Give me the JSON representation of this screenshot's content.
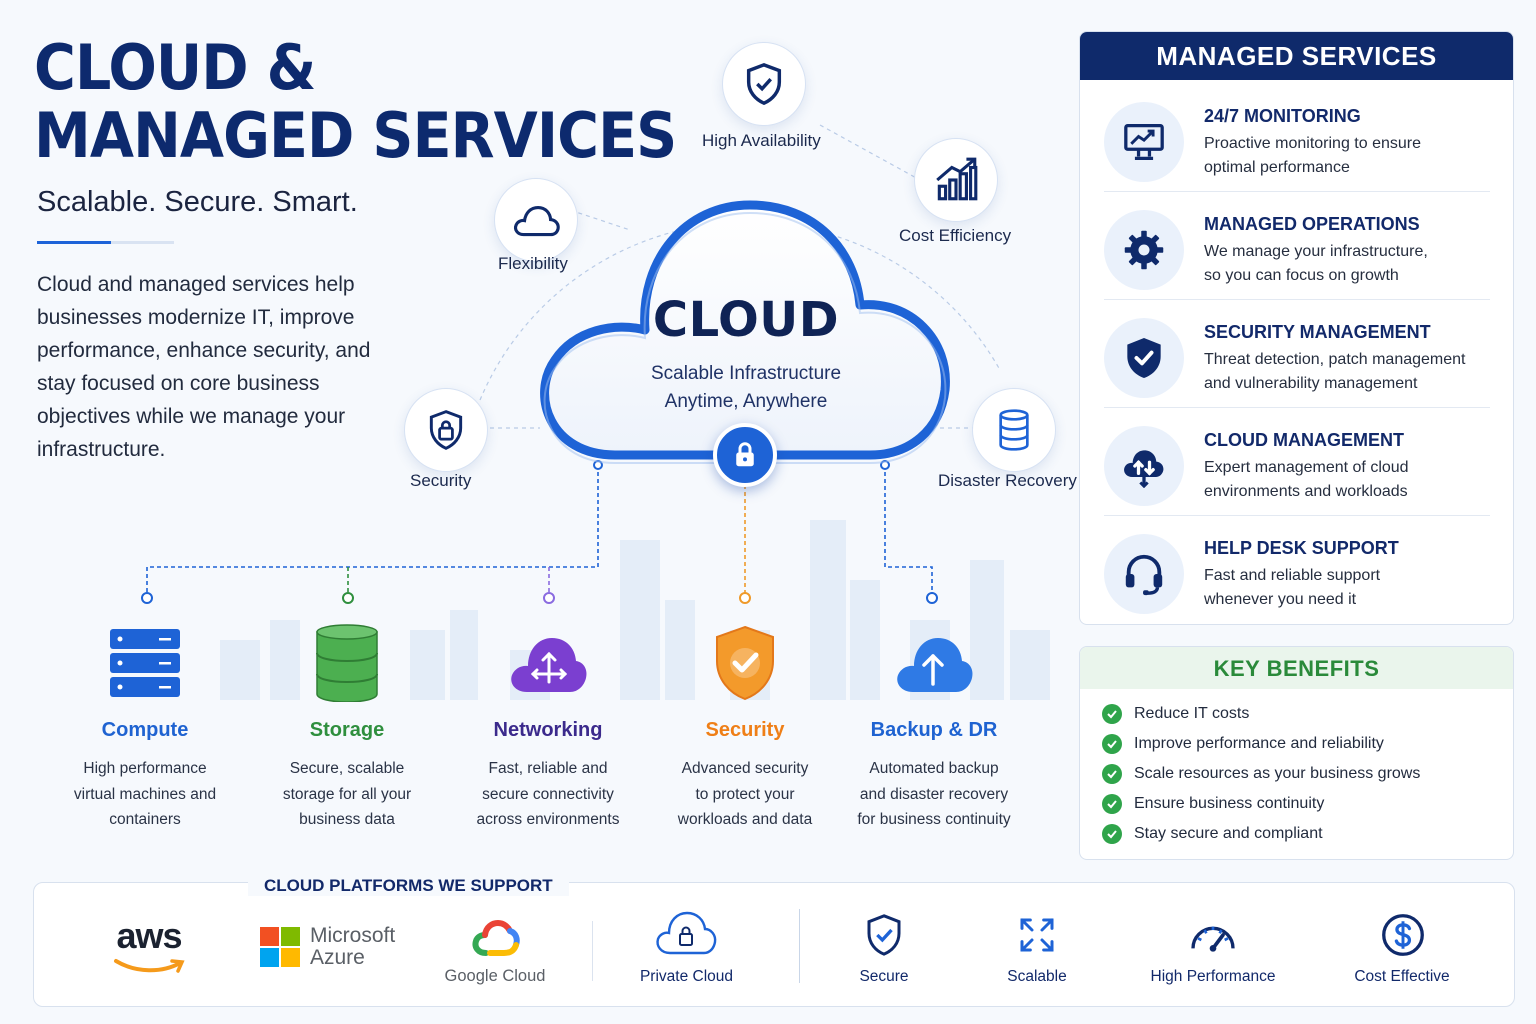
{
  "header": {
    "title_line1": "CLOUD &",
    "title_line2": "MANAGED SERVICES",
    "tagline": "Scalable. Secure. Smart.",
    "intro": "Cloud and managed services help businesses modernize IT, improve performance, enhance security, and stay focused on core business objectives while we manage your infrastructure."
  },
  "cloud": {
    "title": "CLOUD",
    "subtitle_line1": "Scalable Infrastructure",
    "subtitle_line2": "Anytime, Anywhere"
  },
  "features": [
    {
      "label": "High Availability",
      "icon": "shield-check-icon"
    },
    {
      "label": "Cost Efficiency",
      "icon": "bar-chart-icon"
    },
    {
      "label": "Flexibility",
      "icon": "cloud-outline-icon"
    },
    {
      "label": "Security",
      "icon": "shield-lock-icon"
    },
    {
      "label": "Disaster Recovery",
      "icon": "database-icon"
    }
  ],
  "services": [
    {
      "title": "Compute",
      "color": "#1f63d1",
      "desc": [
        "High performance",
        "virtual machines and",
        "containers"
      ]
    },
    {
      "title": "Storage",
      "color": "#2f8f3e",
      "desc": [
        "Secure, scalable",
        "storage for all your",
        "business data"
      ]
    },
    {
      "title": "Networking",
      "color": "#3b2a8c",
      "desc": [
        "Fast, reliable and",
        "secure connectivity",
        "across environments"
      ]
    },
    {
      "title": "Security",
      "color": "#ef7f17",
      "desc": [
        "Advanced security",
        "to protect your",
        "workloads and data"
      ]
    },
    {
      "title": "Backup & DR",
      "color": "#1f63d1",
      "desc": [
        "Automated backup",
        "and disaster recovery",
        "for business continuity"
      ]
    }
  ],
  "managed_services": {
    "heading": "MANAGED SERVICES",
    "items": [
      {
        "title": "24/7 MONITORING",
        "desc_line1": "Proactive monitoring to ensure",
        "desc_line2": "optimal performance",
        "icon": "monitor-chart-icon"
      },
      {
        "title": "MANAGED OPERATIONS",
        "desc_line1": "We manage your infrastructure,",
        "desc_line2": "so you can focus on growth",
        "icon": "gear-icon"
      },
      {
        "title": "SECURITY MANAGEMENT",
        "desc_line1": "Threat detection, patch management",
        "desc_line2": "and vulnerability management",
        "icon": "shield-check-icon"
      },
      {
        "title": "CLOUD MANAGEMENT",
        "desc_line1": "Expert management of cloud",
        "desc_line2": "environments and workloads",
        "icon": "cloud-transfer-icon"
      },
      {
        "title": "HELP DESK SUPPORT",
        "desc_line1": "Fast and reliable support",
        "desc_line2": "whenever you need it",
        "icon": "headset-icon"
      }
    ]
  },
  "key_benefits": {
    "heading": "KEY BENEFITS",
    "items": [
      "Reduce IT costs",
      "Improve performance and reliability",
      "Scale resources as your business grows",
      "Ensure business continuity",
      "Stay secure and compliant"
    ]
  },
  "platforms": {
    "label": "CLOUD PLATFORMS WE SUPPORT",
    "aws": "aws",
    "azure_line1": "Microsoft",
    "azure_line2": "Azure",
    "google": "Google Cloud",
    "private": "Private Cloud",
    "attributes": [
      "Secure",
      "Scalable",
      "High Performance",
      "Cost Effective"
    ]
  },
  "colors": {
    "navy": "#0f2a6b",
    "blue": "#1e63d6",
    "green": "#2fa44a",
    "orange": "#ef7f17",
    "purple": "#7b3fd0"
  }
}
